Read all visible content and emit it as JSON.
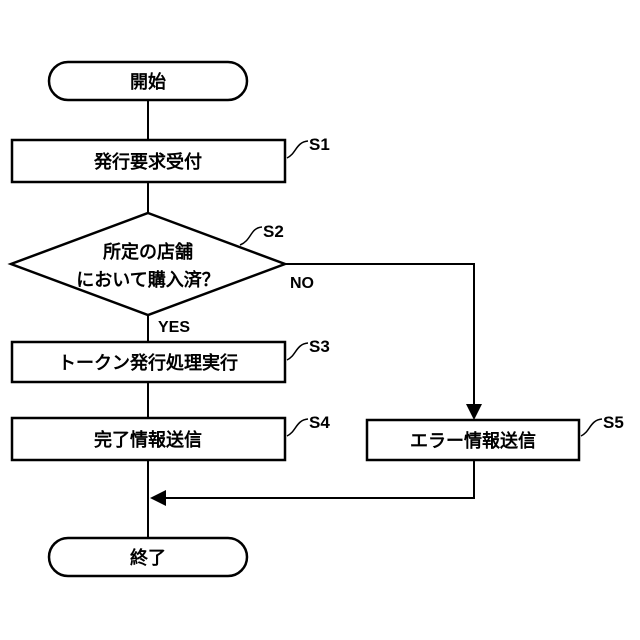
{
  "flowchart": {
    "start": "開始",
    "end": "終了",
    "s1": {
      "id": "S1",
      "label": "発行要求受付"
    },
    "s2": {
      "id": "S2",
      "label_line1": "所定の店舗",
      "label_line2": "において購入済？",
      "yes": "YES",
      "no": "NO"
    },
    "s3": {
      "id": "S3",
      "label": "トークン発行処理実行"
    },
    "s4": {
      "id": "S4",
      "label": "完了情報送信"
    },
    "s5": {
      "id": "S5",
      "label": "エラー情報送信"
    }
  }
}
